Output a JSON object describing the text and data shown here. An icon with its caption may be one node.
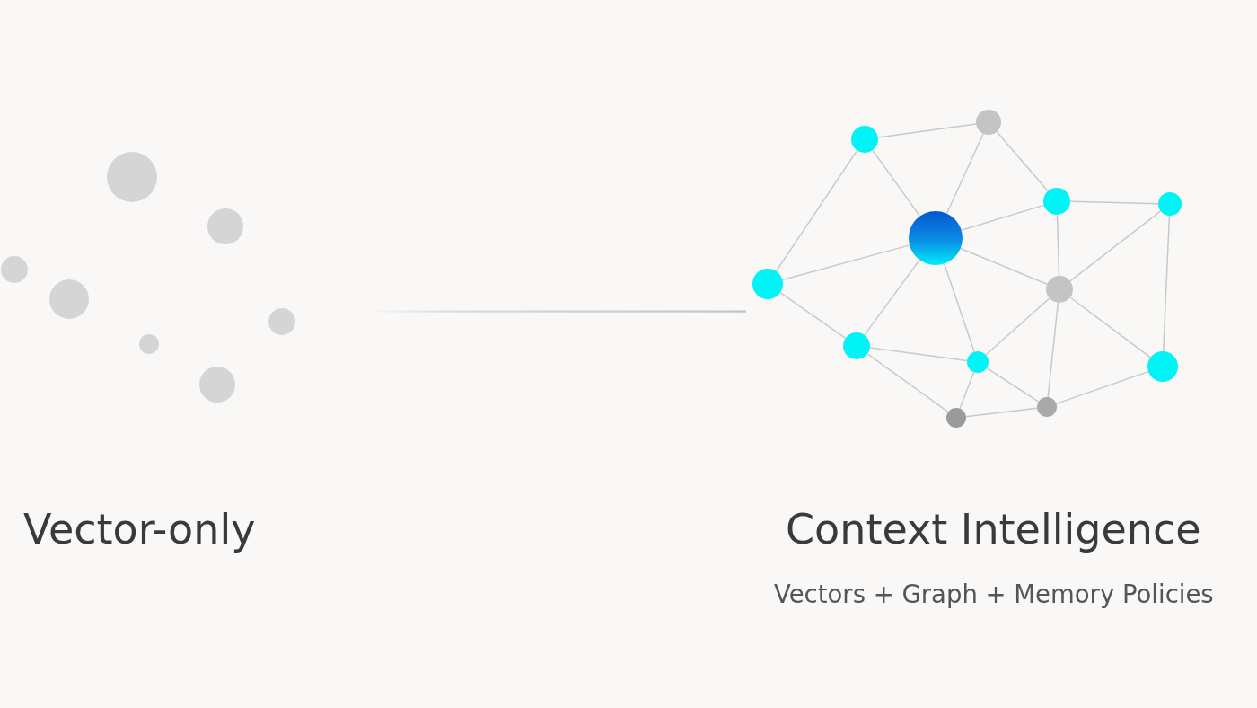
{
  "diagram": {
    "nodes": [
      {
        "text": [],
        "shape": "circle"
      },
      {
        "text": [],
        "shape": "circle"
      },
      {
        "text": [],
        "shape": "circle"
      },
      {
        "text": [],
        "shape": "circle"
      },
      {
        "text": [],
        "shape": "circle"
      },
      {
        "text": [],
        "shape": "circle"
      },
      {
        "text": [],
        "shape": "circle"
      },
      {
        "text": [],
        "shape": "circle"
      },
      {
        "text": [],
        "shape": "circle"
      },
      {
        "text": [],
        "shape": "circle"
      },
      {
        "text": [],
        "shape": "circle"
      },
      {
        "text": [],
        "shape": "circle"
      },
      {
        "text": [],
        "shape": "circle"
      },
      {
        "text": [],
        "shape": "circle"
      },
      {
        "text": [],
        "shape": "circle"
      },
      {
        "text": [],
        "shape": "circle"
      },
      {
        "text": [],
        "shape": "circle"
      },
      {
        "text": [],
        "shape": "circle"
      },
      {
        "text": [],
        "shape": "circle"
      }
    ],
    "edges": [
      {
        "from": 9,
        "to": 13,
        "arrow": "none"
      },
      {
        "from": 9,
        "to": 7,
        "arrow": "none"
      },
      {
        "from": 9,
        "to": 10,
        "arrow": "none"
      },
      {
        "from": 13,
        "to": 10,
        "arrow": "none"
      },
      {
        "from": 13,
        "to": 15,
        "arrow": "none"
      },
      {
        "from": 10,
        "to": 15,
        "arrow": "none"
      },
      {
        "from": 15,
        "to": 18,
        "arrow": "none"
      },
      {
        "from": 7,
        "to": 10,
        "arrow": "none"
      },
      {
        "from": 15,
        "to": 16,
        "arrow": "none"
      },
      {
        "from": 18,
        "to": 16,
        "arrow": "none"
      },
      {
        "from": 10,
        "to": 16,
        "arrow": "none"
      },
      {
        "from": 18,
        "to": 17,
        "arrow": "none"
      },
      {
        "from": 7,
        "to": 8,
        "arrow": "none"
      },
      {
        "from": 10,
        "to": 8,
        "arrow": "none"
      },
      {
        "from": 10,
        "to": 12,
        "arrow": "none"
      },
      {
        "from": 16,
        "to": 12,
        "arrow": "none"
      },
      {
        "from": 16,
        "to": 14,
        "arrow": "none"
      },
      {
        "from": 16,
        "to": 17,
        "arrow": "none"
      },
      {
        "from": 8,
        "to": 12,
        "arrow": "none"
      },
      {
        "from": 8,
        "to": 11,
        "arrow": "none"
      },
      {
        "from": 12,
        "to": 11,
        "arrow": "none"
      },
      {
        "from": 12,
        "to": 14,
        "arrow": "none"
      },
      {
        "from": 11,
        "to": 14,
        "arrow": "none"
      },
      {
        "from": 14,
        "to": 17,
        "arrow": "none"
      }
    ],
    "labels": [
      "Vector-only",
      "Context Intelligence",
      "Vectors + Graph + Memory Policies"
    ]
  }
}
